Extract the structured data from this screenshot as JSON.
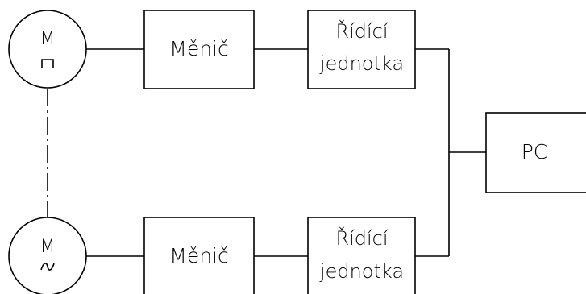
{
  "motors": [
    {
      "letter": "M",
      "symbol": "⊓",
      "symbol_icon": "dc-symbol-icon"
    },
    {
      "letter": "M",
      "symbol": "~",
      "symbol_icon": "ac-symbol-icon"
    }
  ],
  "converters": [
    {
      "label": "Měnič"
    },
    {
      "label": "Měnič"
    }
  ],
  "control_units": [
    {
      "line1": "Řídící",
      "line2": "jednotka"
    },
    {
      "line1": "Řídící",
      "line2": "jednotka"
    }
  ],
  "pc": {
    "label": "PC"
  },
  "colors": {
    "stroke": "#000000",
    "background": "#ffffff"
  }
}
